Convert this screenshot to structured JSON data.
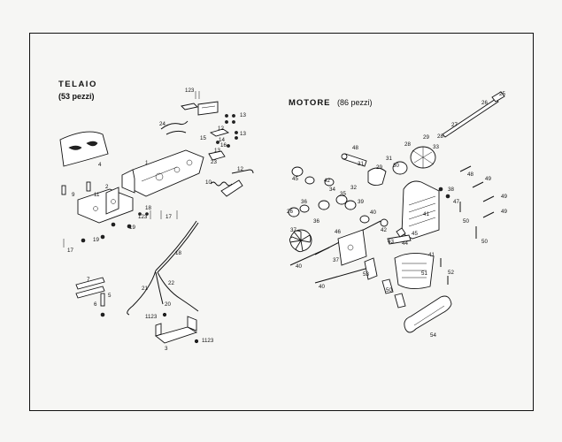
{
  "sections": {
    "telaio": {
      "title": "TELAIO",
      "count": "(53 pezzi)"
    },
    "motore": {
      "title": "MOTORE",
      "count": "(86 pezzi)"
    }
  },
  "telaio_labels": [
    "123",
    "24",
    "13",
    "12",
    "13",
    "14",
    "16",
    "15",
    "13",
    "4",
    "1",
    "23",
    "12",
    "2",
    "11",
    "10",
    "9",
    "18",
    "123",
    "17",
    "19",
    "19",
    "17",
    "18",
    "7",
    "5",
    "6",
    "21",
    "22",
    "20",
    "1123",
    "3",
    "1123"
  ],
  "motore_labels": [
    "25",
    "26",
    "27",
    "28",
    "29",
    "30",
    "31",
    "28",
    "48",
    "48",
    "33",
    "31",
    "29",
    "45",
    "41",
    "42",
    "34",
    "35",
    "32",
    "38",
    "49",
    "49",
    "49",
    "47",
    "40",
    "39",
    "36",
    "26",
    "36",
    "37",
    "46",
    "42",
    "43",
    "44",
    "45",
    "41",
    "50",
    "50",
    "37",
    "40",
    "53",
    "51",
    "50",
    "52",
    "54",
    "40"
  ]
}
